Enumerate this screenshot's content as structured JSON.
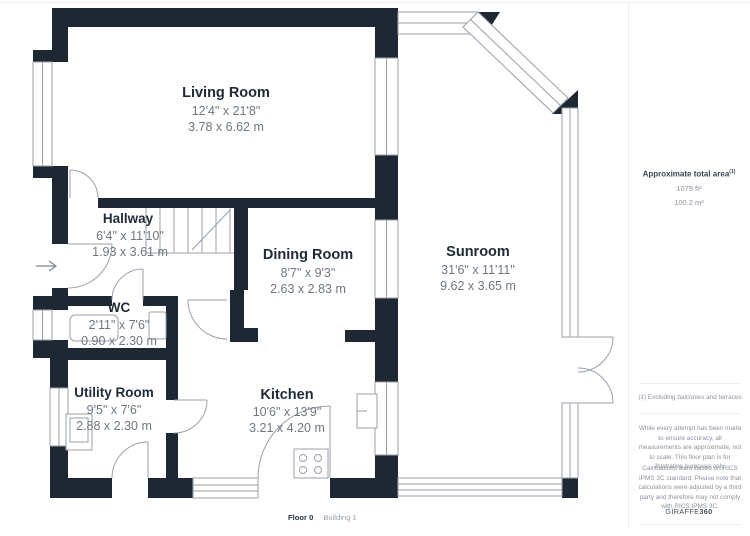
{
  "plan": {
    "rooms": {
      "living": {
        "name": "Living Room",
        "imperial": "12'4\" x 21'8\"",
        "metric": "3.78 x 6.62 m"
      },
      "hallway": {
        "name": "Hallway",
        "imperial": "6'4\" x 11'10\"",
        "metric": "1.93 x 3.61 m"
      },
      "dining": {
        "name": "Dining Room",
        "imperial": "8'7\" x 9'3\"",
        "metric": "2.63 x 2.83 m"
      },
      "wc": {
        "name": "WC",
        "imperial": "2'11\" x 7'6\"",
        "metric": "0.90 x 2.30 m"
      },
      "utility": {
        "name": "Utility Room",
        "imperial": "9'5\" x 7'6\"",
        "metric": "2.88 x 2.30 m"
      },
      "kitchen": {
        "name": "Kitchen",
        "imperial": "10'6\" x 13'9\"",
        "metric": "3.21 x 4.20 m"
      },
      "sunroom": {
        "name": "Sunroom",
        "imperial": "31'6\" x 11'11\"",
        "metric": "9.62 x 3.65 m"
      }
    }
  },
  "footer": {
    "floor": "Floor 0",
    "building": "Building 1"
  },
  "sidebar": {
    "area_title": "Approximate total area",
    "area_sup": "(1)",
    "area_ft": "1079 ft²",
    "area_m": "100.2 m²",
    "note": "(1) Excluding balconies and terraces",
    "disclaimer1": "While every attempt has been made to ensure accuracy, all measurements are approximate, not to scale. This floor plan is for illustrative purposes only.",
    "disclaimer2": "Calculations were based on RICS IPMS 3C standard. Please note that calculations were adjusted by a third party and therefore may not comply with RICS IPMS 3C.",
    "brand_light": "GIRAFFE",
    "brand_bold": "360"
  },
  "colors": {
    "wall": "#1E2833",
    "line": "#98A0AB",
    "dim_text": "#6E7883",
    "separator": "#ECEEF1"
  }
}
